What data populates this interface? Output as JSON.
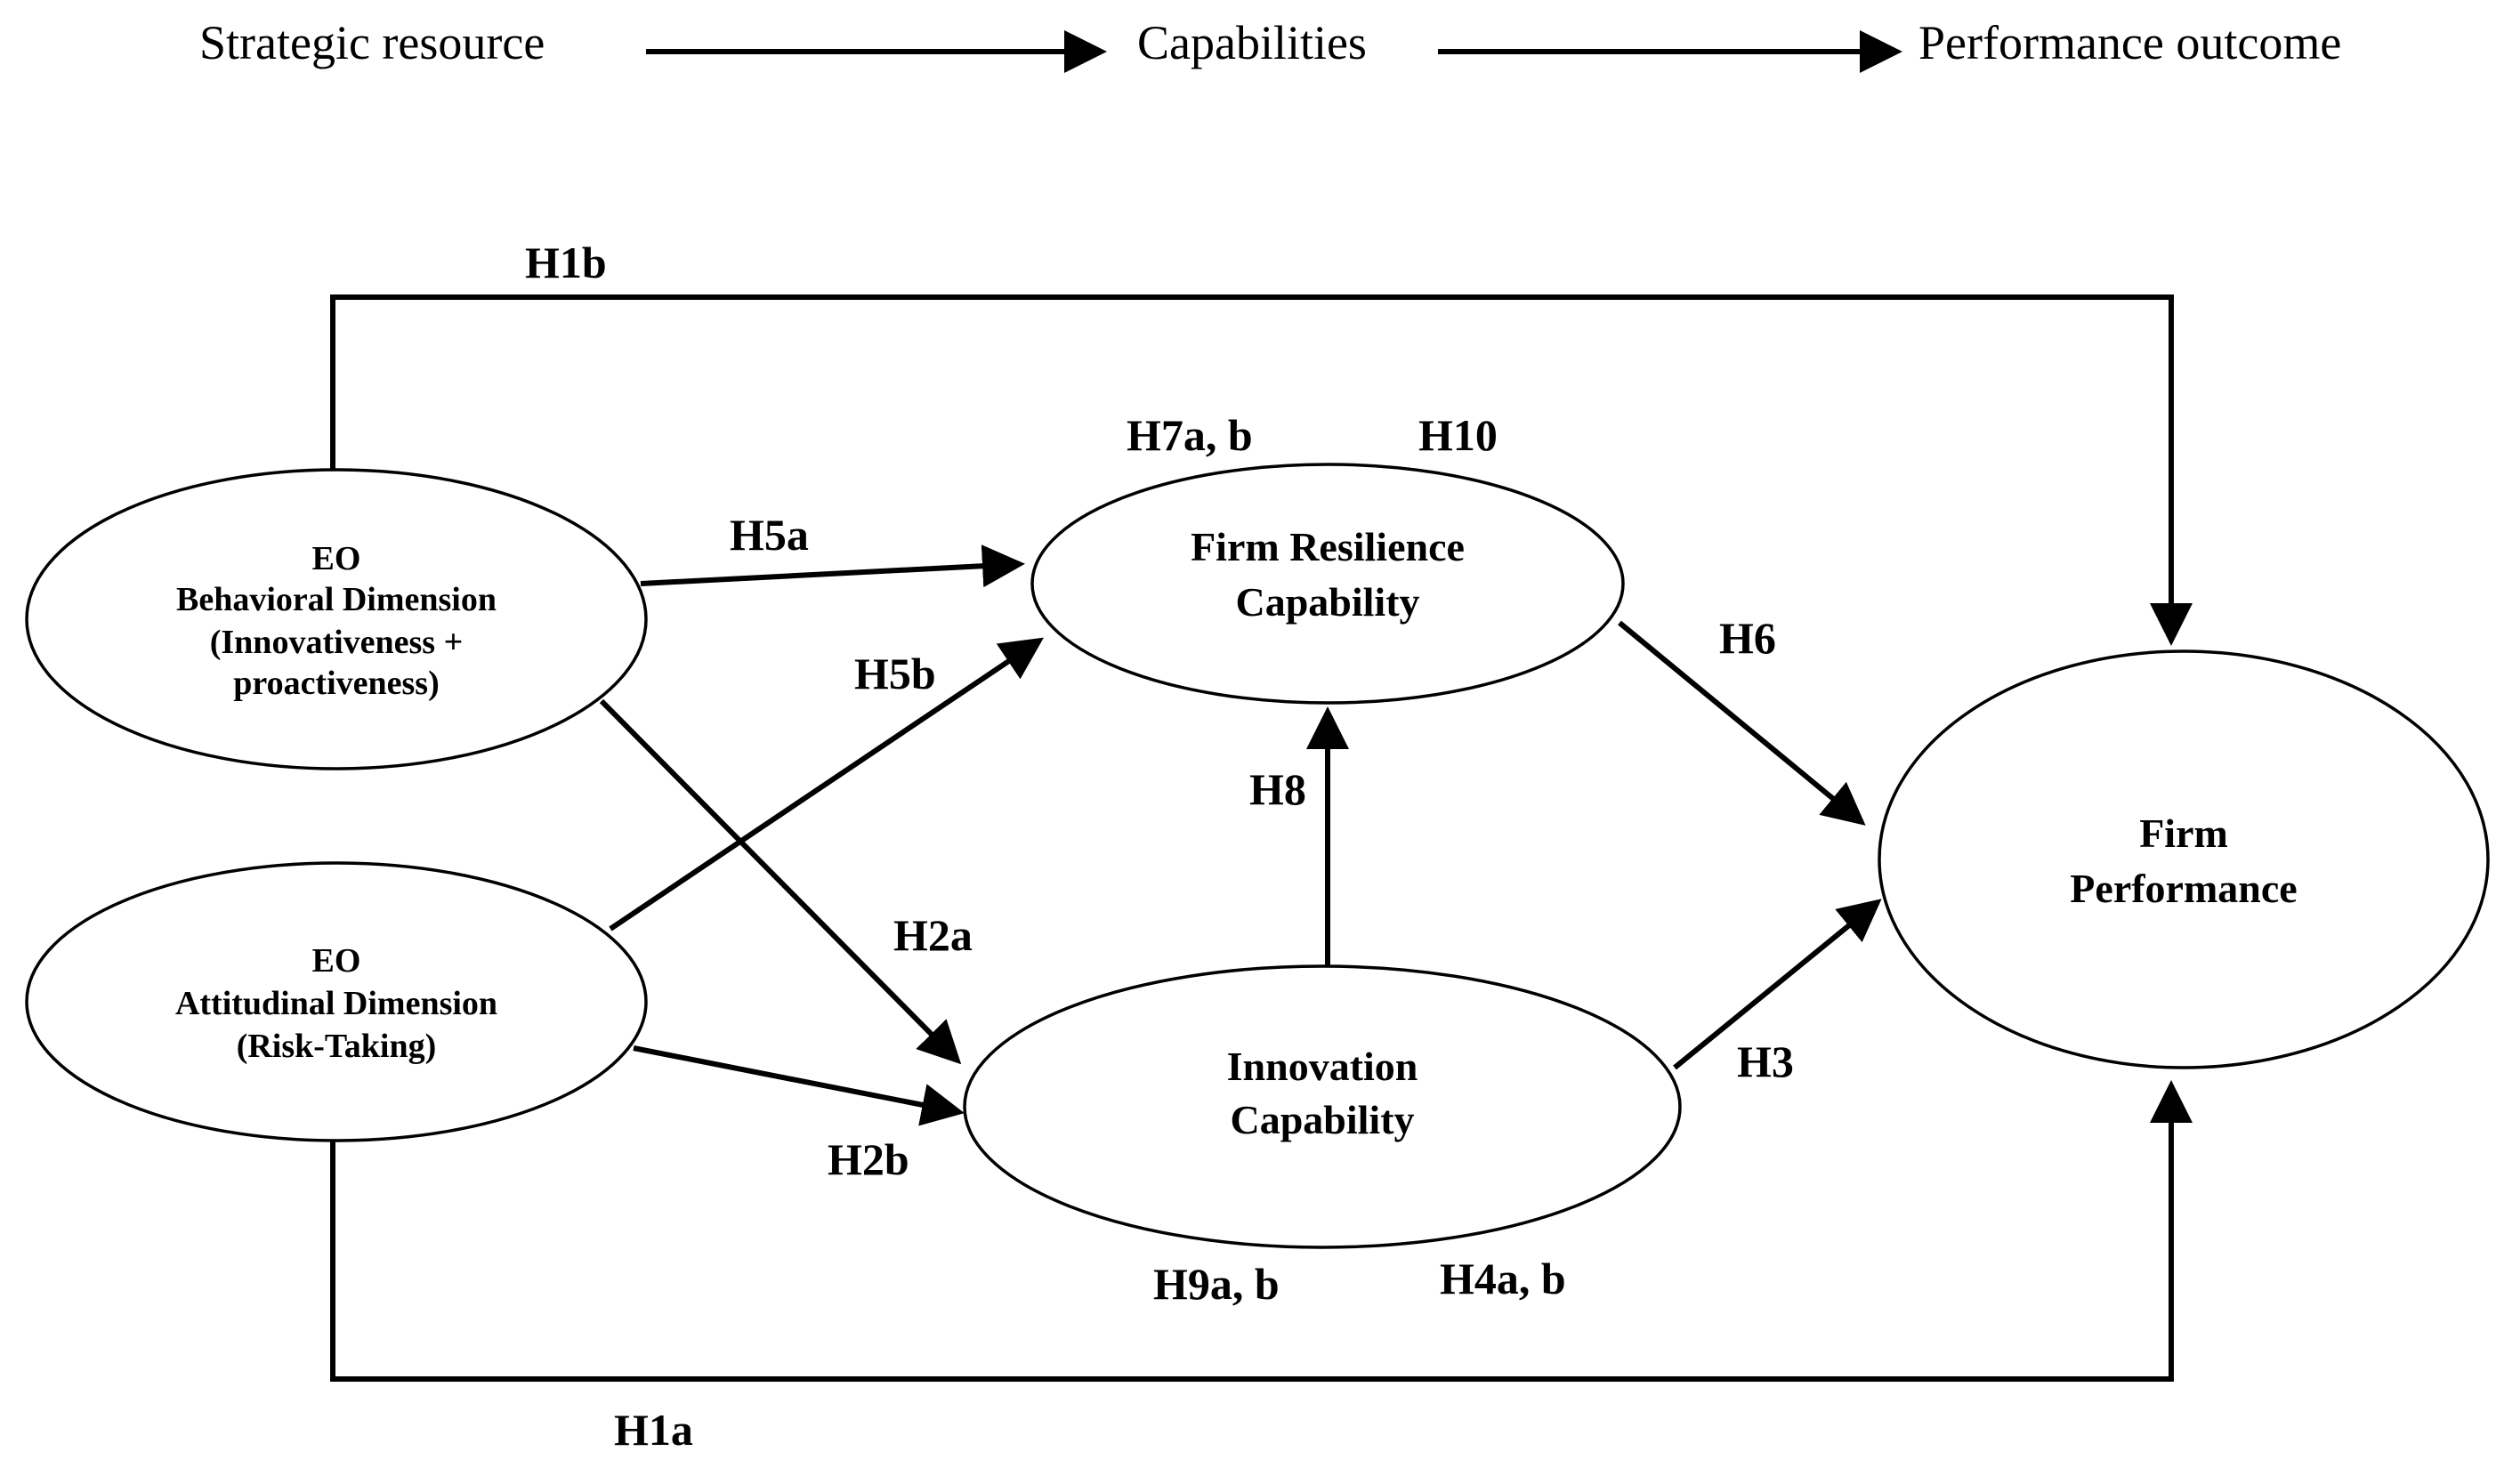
{
  "header": {
    "stage_1": "Strategic resource",
    "stage_2": "Capabilities",
    "stage_3": "Performance outcome"
  },
  "nodes": {
    "eo_behavioral": {
      "line1": "EO",
      "line2": "Behavioral Dimension",
      "line3": "(Innovativeness +",
      "line4": "proactiveness)"
    },
    "eo_attitudinal": {
      "line1": "EO",
      "line2": "Attitudinal Dimension",
      "line3": "(Risk-Taking)"
    },
    "firm_resilience": {
      "line1": "Firm Resilience",
      "line2": "Capability"
    },
    "innovation": {
      "line1": "Innovation",
      "line2": "Capability"
    },
    "firm_performance": {
      "line1": "Firm",
      "line2": "Performance"
    }
  },
  "hypotheses": {
    "h1a": "H1a",
    "h1b": "H1b",
    "h2a": "H2a",
    "h2b": "H2b",
    "h3": "H3",
    "h4ab": "H4a, b",
    "h5a": "H5a",
    "h5b": "H5b",
    "h6": "H6",
    "h7ab": "H7a, b",
    "h8": "H8",
    "h9ab": "H9a, b",
    "h10": "H10"
  }
}
